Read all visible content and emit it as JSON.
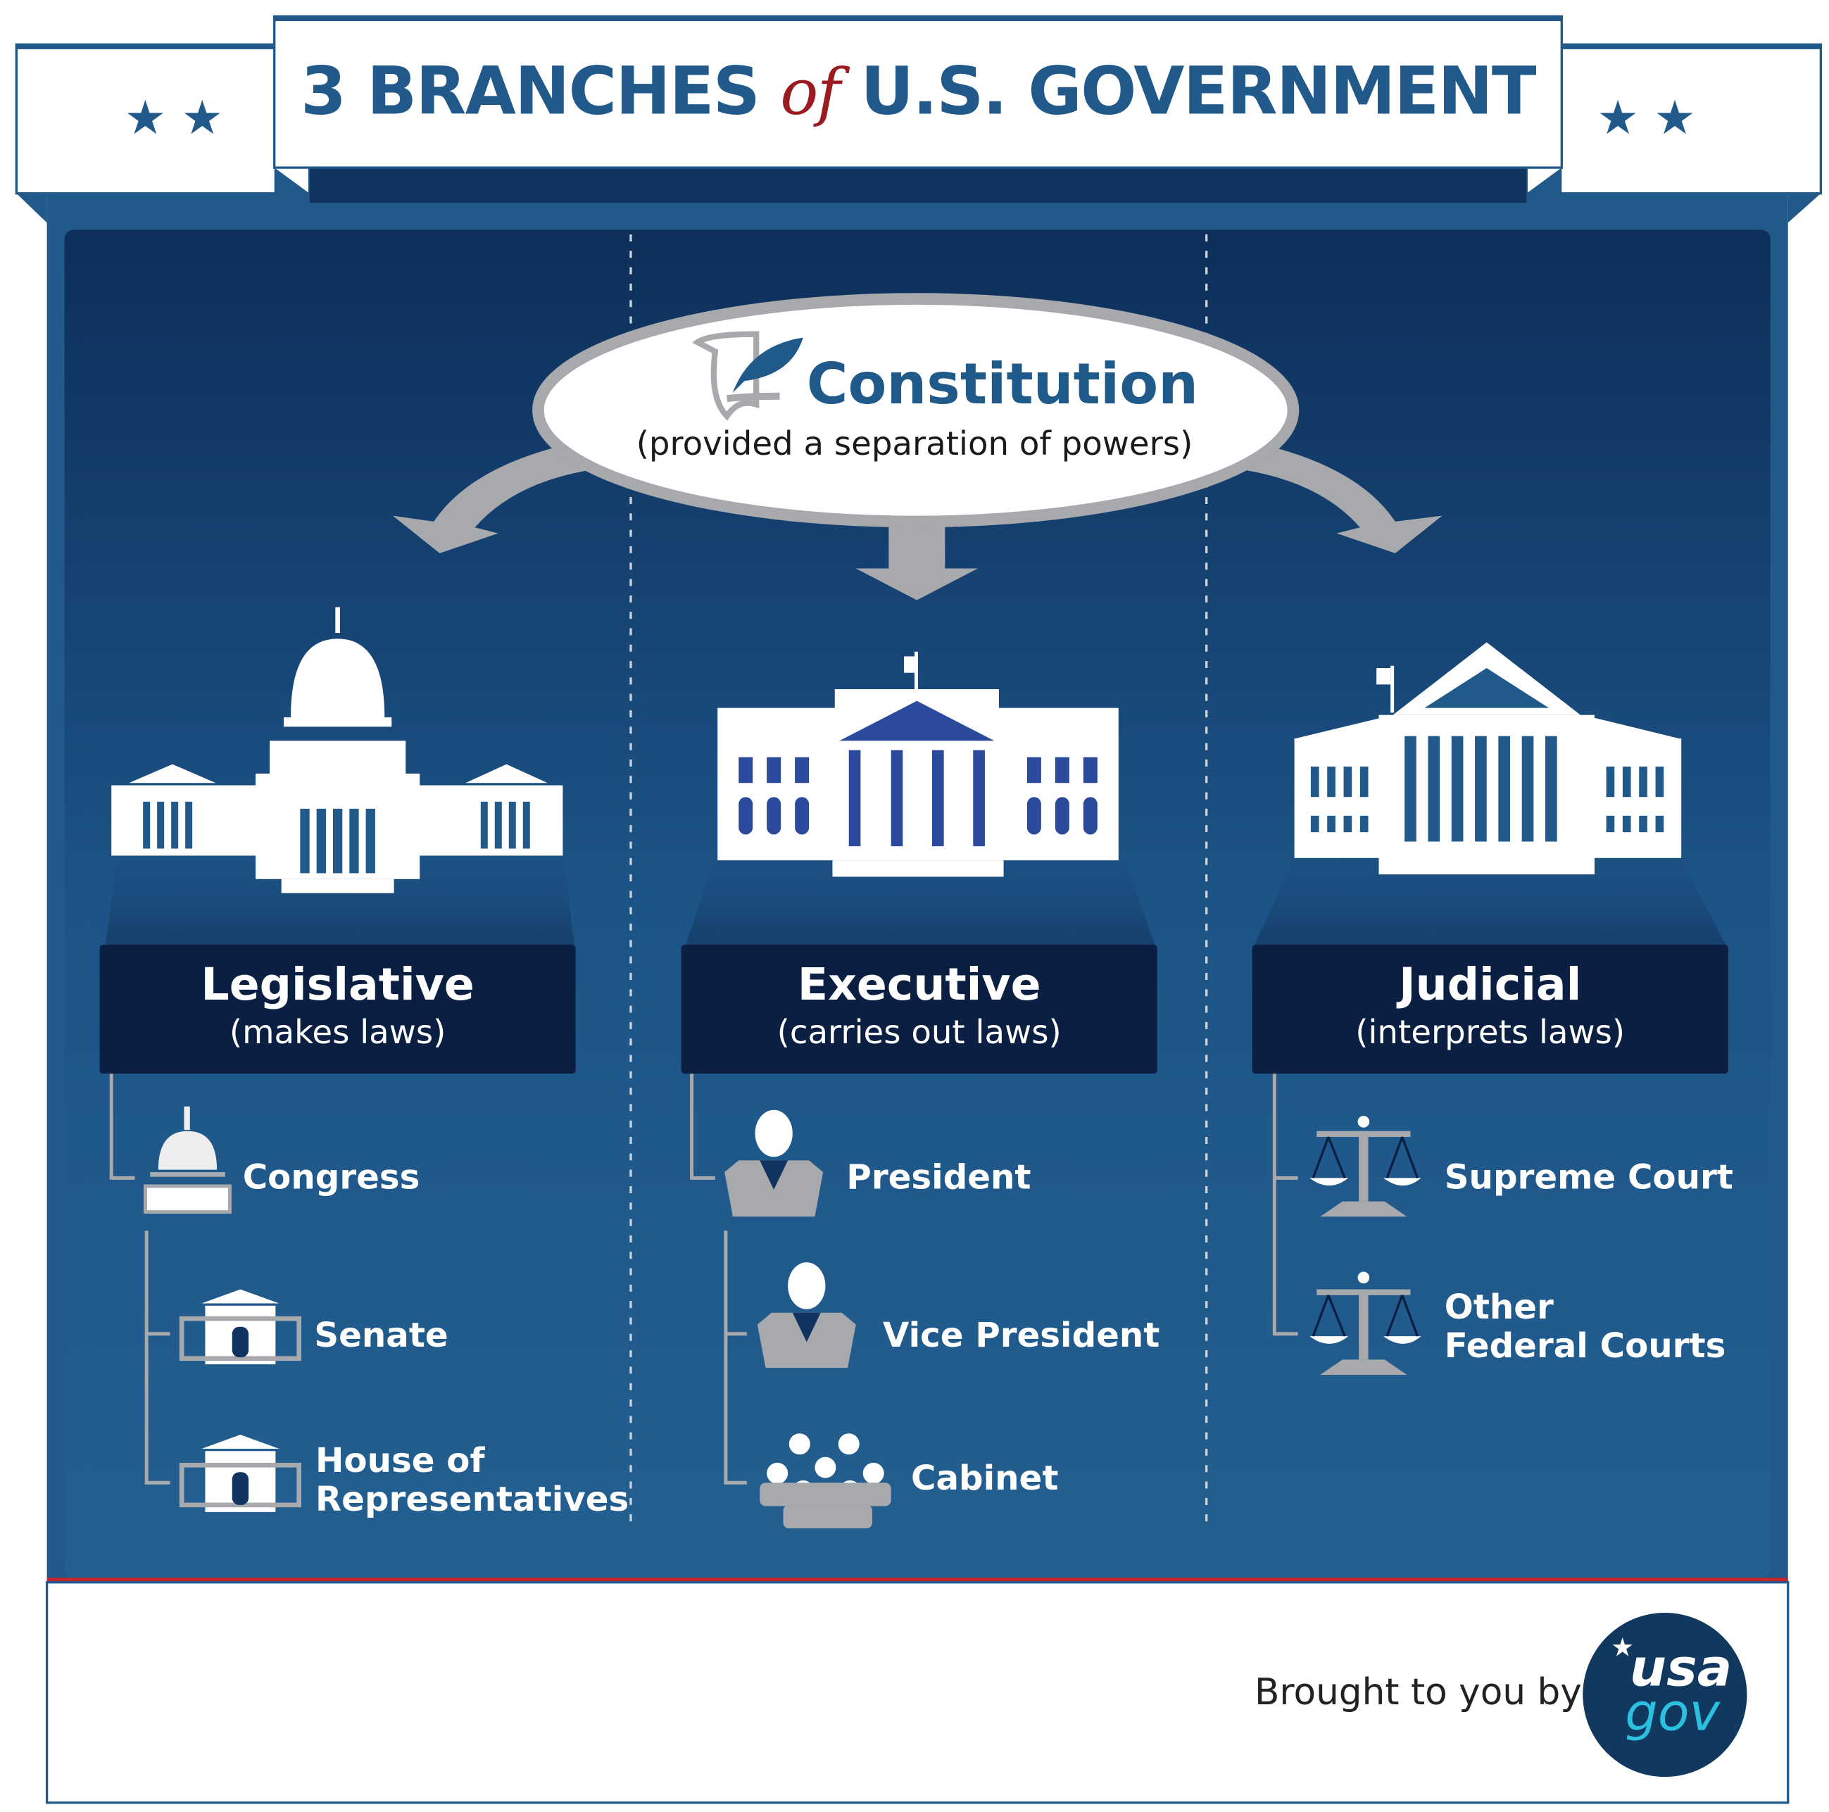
{
  "title": {
    "part1": "3 BRANCHES",
    "of": "of",
    "part2": "U.S. GOVERNMENT"
  },
  "stars": "★  ★",
  "constitution": {
    "title": "Constitution",
    "subtitle": "(provided a separation of powers)"
  },
  "branches": [
    {
      "name": "Legislative",
      "role": "(makes laws)",
      "items": [
        "Congress",
        "Senate",
        "House of",
        "Representatives"
      ]
    },
    {
      "name": "Executive",
      "role": "(carries out laws)",
      "items": [
        "President",
        "Vice President",
        "Cabinet"
      ]
    },
    {
      "name": "Judicial",
      "role": "(interprets laws)",
      "items": [
        "Supreme Court",
        "Other",
        "Federal Courts"
      ]
    }
  ],
  "footer": {
    "brought": "Brought to you by",
    "logo_top": "usa",
    "logo_bottom": "gov"
  },
  "colors": {
    "navy": "#0b1f42",
    "blue": "#215a8a",
    "red": "#9b1b20",
    "gray": "#a7a9ac",
    "cyan": "#2bbfe0"
  }
}
